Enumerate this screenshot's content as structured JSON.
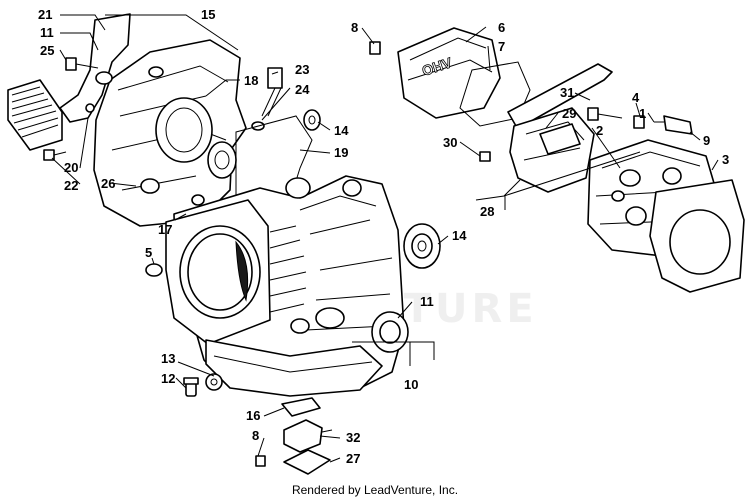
{
  "diagram": {
    "callouts": {
      "c1": "1",
      "c2": "2",
      "c3": "3",
      "c4": "4",
      "c5": "5",
      "c6": "6",
      "c7": "7",
      "c8a": "8",
      "c8b": "8",
      "c9": "9",
      "c10": "10",
      "c11a": "11",
      "c11b": "11",
      "c12": "12",
      "c13": "13",
      "c14a": "14",
      "c14b": "14",
      "c15": "15",
      "c16": "16",
      "c17": "17",
      "c18": "18",
      "c19": "19",
      "c20": "20",
      "c21": "21",
      "c22": "22",
      "c23": "23",
      "c24": "24",
      "c25": "25",
      "c26": "26",
      "c27": "27",
      "c28": "28",
      "c29": "29",
      "c30": "30",
      "c31": "31",
      "c32": "32"
    },
    "watermark": "VENTURE",
    "valve_cover_emboss": "OHV"
  },
  "footer": {
    "credit": "Rendered by LeadVenture, Inc."
  }
}
